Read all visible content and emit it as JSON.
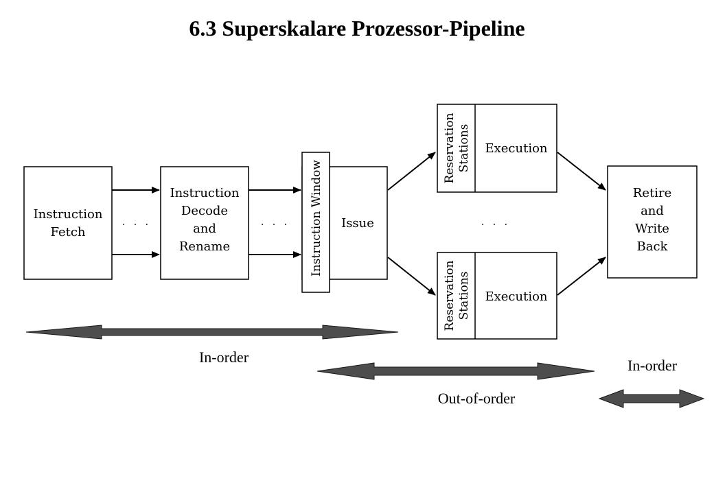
{
  "title": "6.3  Superskalare Prozessor-Pipeline",
  "boxes": {
    "fetch": [
      "Instruction",
      "Fetch"
    ],
    "decode": [
      "Instruction",
      "Decode",
      "and",
      "Rename"
    ],
    "window": "Instruction Window",
    "issue": "Issue",
    "exec_top": {
      "station": [
        "Reservation",
        "Stations"
      ],
      "unit": "Execution"
    },
    "exec_bottom": {
      "station": [
        "Reservation",
        "Stations"
      ],
      "unit": "Execution"
    },
    "retire": [
      "Retire",
      "and",
      "Write",
      "Back"
    ]
  },
  "ellipsis": ". . .",
  "spans": {
    "inorder_front": "In-order",
    "out_of_order": "Out-of-order",
    "inorder_back": "In-order"
  }
}
